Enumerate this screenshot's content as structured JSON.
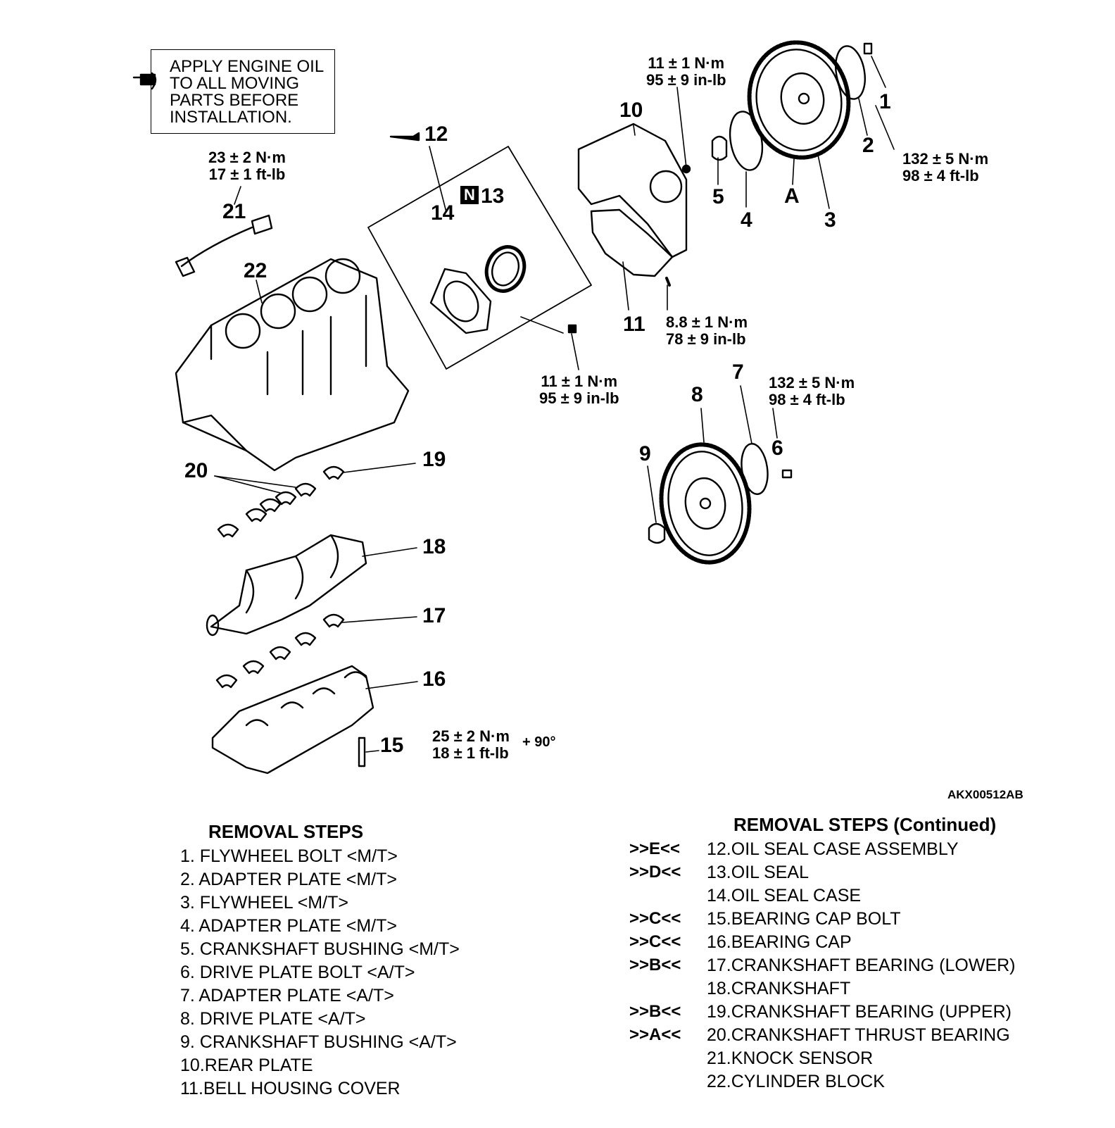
{
  "note": {
    "lines": [
      "APPLY ENGINE OIL",
      "TO ALL MOVING",
      "PARTS BEFORE",
      "INSTALLATION."
    ],
    "icon": "oil-can-icon"
  },
  "callouts": [
    "1",
    "2",
    "3",
    "4",
    "5",
    "6",
    "7",
    "8",
    "9",
    "10",
    "11",
    "12",
    "13",
    "14",
    "15",
    "16",
    "17",
    "18",
    "19",
    "20",
    "21",
    "22"
  ],
  "letter_a": "A",
  "new_mark": "N",
  "torques": {
    "t1": [
      "11 ± 1 N·m",
      "95 ± 9 in-lb"
    ],
    "t2": [
      "132 ± 5 N·m",
      "98 ± 4 ft-lb"
    ],
    "t3": [
      "23 ± 2 N·m",
      "17 ± 1 ft-lb"
    ],
    "t4": [
      "8.8 ± 1 N·m",
      "78 ± 9 in-lb"
    ],
    "t5": [
      "11 ± 1 N·m",
      "95 ± 9 in-lb"
    ],
    "t6": [
      "132 ± 5 N·m",
      "98 ± 4 ft-lb"
    ],
    "t7": [
      "25 ± 2 N·m",
      "18 ± 1 ft-lb"
    ],
    "t7_angle": "+ 90°"
  },
  "figure_code": "AKX00512AB",
  "removal_steps": {
    "title": "REMOVAL STEPS",
    "items": [
      "1.  FLYWHEEL BOLT <M/T>",
      "2.  ADAPTER PLATE <M/T>",
      "3.  FLYWHEEL <M/T>",
      "4.  ADAPTER PLATE <M/T>",
      "5.  CRANKSHAFT BUSHING <M/T>",
      "6.  DRIVE PLATE BOLT <A/T>",
      "7.  ADAPTER PLATE <A/T>",
      "8.  DRIVE PLATE <A/T>",
      "9.  CRANKSHAFT BUSHING <A/T>",
      "10.REAR PLATE",
      "11.BELL HOUSING COVER"
    ]
  },
  "removal_steps_continued": {
    "title": "REMOVAL STEPS (Continued)",
    "items": [
      {
        "ref": ">>E<<",
        "text": "12.OIL SEAL CASE ASSEMBLY"
      },
      {
        "ref": ">>D<<",
        "text": "13.OIL SEAL"
      },
      {
        "ref": "",
        "text": "14.OIL SEAL CASE"
      },
      {
        "ref": ">>C<<",
        "text": "15.BEARING CAP BOLT"
      },
      {
        "ref": ">>C<<",
        "text": "16.BEARING CAP"
      },
      {
        "ref": ">>B<<",
        "text": "17.CRANKSHAFT BEARING (LOWER)"
      },
      {
        "ref": "",
        "text": "18.CRANKSHAFT"
      },
      {
        "ref": ">>B<<",
        "text": "19.CRANKSHAFT BEARING (UPPER)"
      },
      {
        "ref": ">>A<<",
        "text": "20.CRANKSHAFT THRUST BEARING"
      },
      {
        "ref": "",
        "text": "21.KNOCK SENSOR"
      },
      {
        "ref": "",
        "text": "22.CYLINDER BLOCK"
      }
    ]
  }
}
